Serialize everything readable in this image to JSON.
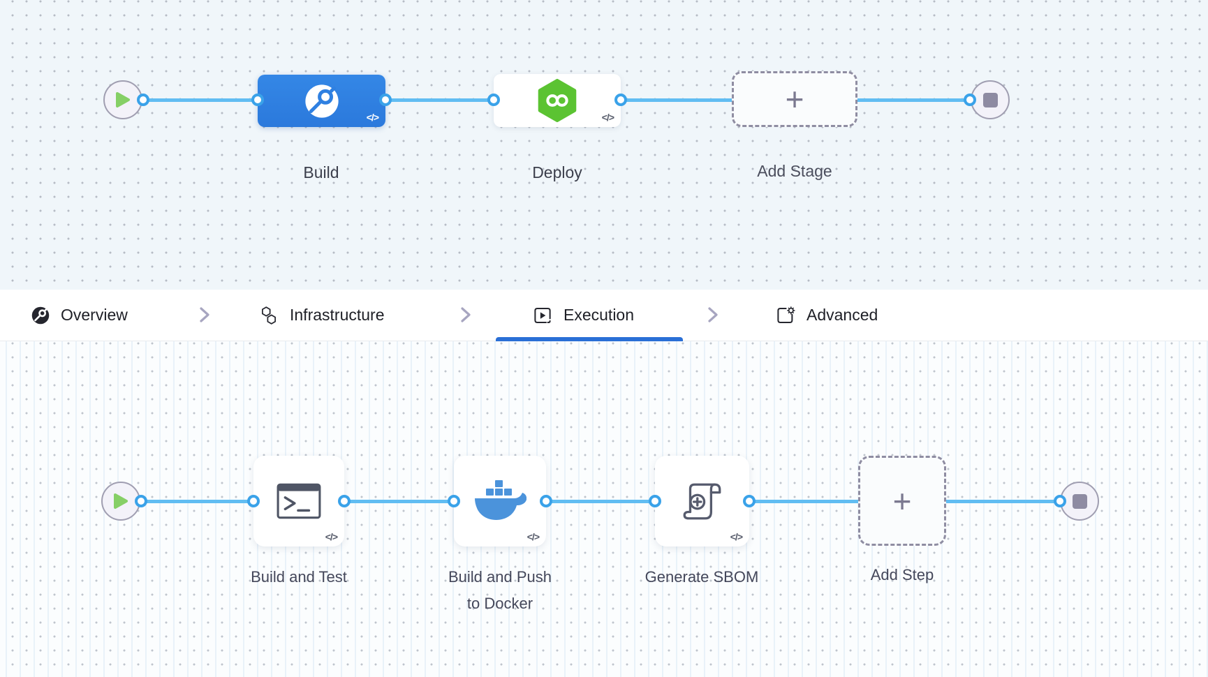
{
  "stage_pipeline": {
    "stages": [
      {
        "name": "Build",
        "type": "ci",
        "selected": true,
        "icon": "ci-aperture-icon"
      },
      {
        "name": "Deploy",
        "type": "cd",
        "selected": false,
        "icon": "cd-hexagon-infinity-icon"
      }
    ],
    "add_stage_label": "Add Stage"
  },
  "tabs": {
    "items": [
      {
        "label": "Overview",
        "icon": "overview-icon",
        "active": false
      },
      {
        "label": "Infrastructure",
        "icon": "infrastructure-icon",
        "active": false
      },
      {
        "label": "Execution",
        "icon": "execution-icon",
        "active": true
      },
      {
        "label": "Advanced",
        "icon": "advanced-icon",
        "active": false
      }
    ]
  },
  "execution_pipeline": {
    "steps": [
      {
        "name": "Build and Test",
        "icon": "terminal-icon"
      },
      {
        "name": "Build and Push to Docker",
        "icon": "docker-icon"
      },
      {
        "name": "Generate SBOM",
        "icon": "sbom-scroll-icon"
      }
    ],
    "add_step_label": "Add Step"
  },
  "glyphs": {
    "code_toggle": "</>",
    "plus": "+"
  },
  "colors": {
    "edge_blue": "#61bdf2",
    "dot_ring_blue": "#3aa2e9",
    "stage_build_blue": "#2f80e1",
    "deploy_green": "#5bc332",
    "docker_blue": "#4b93db",
    "active_tab_underline": "#2a6fd6",
    "play_green": "#86cf66",
    "stop_gray": "#8e8ba2",
    "canvas_top_bg": "#f0f6fa",
    "canvas_bottom_bg": "#fbfdfe"
  }
}
